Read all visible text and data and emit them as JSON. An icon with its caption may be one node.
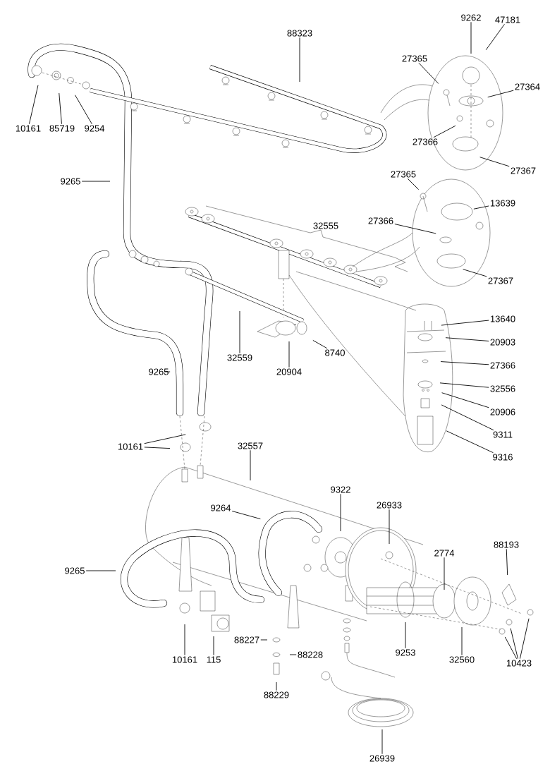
{
  "diagram": {
    "nodes": [
      {
        "text": [
          "9262"
        ]
      },
      {
        "text": [
          "47181"
        ]
      },
      {
        "text": [
          "88323"
        ]
      },
      {
        "text": [
          "27365"
        ]
      },
      {
        "text": [
          "27364"
        ]
      },
      {
        "text": [
          "10161"
        ]
      },
      {
        "text": [
          "85719"
        ]
      },
      {
        "text": [
          "9254"
        ]
      },
      {
        "text": [
          "27366"
        ]
      },
      {
        "text": [
          "27367"
        ]
      },
      {
        "text": [
          "27365"
        ]
      },
      {
        "text": [
          "9265"
        ]
      },
      {
        "text": [
          "13639"
        ]
      },
      {
        "text": [
          "27366"
        ]
      },
      {
        "text": [
          "27367"
        ]
      },
      {
        "text": [
          "13640"
        ]
      },
      {
        "text": [
          "8740"
        ]
      },
      {
        "text": [
          "32559"
        ]
      },
      {
        "text": [
          "20903"
        ]
      },
      {
        "text": [
          "9265"
        ]
      },
      {
        "text": [
          "20904"
        ]
      },
      {
        "text": [
          "27366"
        ]
      },
      {
        "text": [
          "32556"
        ]
      },
      {
        "text": [
          "20906"
        ]
      },
      {
        "text": [
          "9311"
        ]
      },
      {
        "text": [
          "9316"
        ]
      },
      {
        "text": [
          "10161"
        ]
      },
      {
        "text": [
          "32557"
        ]
      },
      {
        "text": [
          "9322"
        ]
      },
      {
        "text": [
          "26933"
        ]
      },
      {
        "text": [
          "9264"
        ]
      },
      {
        "text": [
          "2774"
        ]
      },
      {
        "text": [
          "88193"
        ]
      },
      {
        "text": [
          "9265"
        ]
      },
      {
        "text": [
          "9253"
        ]
      },
      {
        "text": [
          "10161"
        ]
      },
      {
        "text": [
          "115"
        ]
      },
      {
        "text": [
          "88227"
        ]
      },
      {
        "text": [
          "88228"
        ]
      },
      {
        "text": [
          "32560"
        ]
      },
      {
        "text": [
          "10423"
        ]
      },
      {
        "text": [
          "88229"
        ]
      },
      {
        "text": [
          "26939"
        ]
      }
    ],
    "edges": [
      {
        "from": 0,
        "to": null,
        "arrow": "none"
      },
      {
        "from": 1,
        "to": null,
        "arrow": "none"
      },
      {
        "from": 2,
        "to": null,
        "arrow": "none"
      },
      {
        "from": 3,
        "to": null,
        "arrow": "none"
      },
      {
        "from": 4,
        "to": null,
        "arrow": "none"
      },
      {
        "from": 5,
        "to": null,
        "arrow": "none"
      },
      {
        "from": 6,
        "to": null,
        "arrow": "none"
      },
      {
        "from": 7,
        "to": null,
        "arrow": "none"
      },
      {
        "from": 8,
        "to": null,
        "arrow": "none"
      },
      {
        "from": 9,
        "to": null,
        "arrow": "none"
      },
      {
        "from": 10,
        "to": null,
        "arrow": "none"
      },
      {
        "from": 11,
        "to": null,
        "arrow": "none"
      },
      {
        "from": 12,
        "to": null,
        "arrow": "none"
      },
      {
        "from": 13,
        "to": null,
        "arrow": "none"
      },
      {
        "from": 14,
        "to": null,
        "arrow": "none"
      },
      {
        "from": 15,
        "to": null,
        "arrow": "none"
      },
      {
        "from": 16,
        "to": null,
        "arrow": "none"
      },
      {
        "from": 17,
        "to": null,
        "arrow": "none"
      },
      {
        "from": 18,
        "to": null,
        "arrow": "none"
      },
      {
        "from": 19,
        "to": null,
        "arrow": "none"
      },
      {
        "from": 20,
        "to": null,
        "arrow": "none"
      },
      {
        "from": 21,
        "to": null,
        "arrow": "none"
      },
      {
        "from": 22,
        "to": null,
        "arrow": "none"
      },
      {
        "from": 23,
        "to": null,
        "arrow": "none"
      },
      {
        "from": 24,
        "to": null,
        "arrow": "none"
      },
      {
        "from": 25,
        "to": null,
        "arrow": "none"
      },
      {
        "from": 26,
        "to": null,
        "arrow": "none"
      },
      {
        "from": 26,
        "to": null,
        "arrow": "none"
      },
      {
        "from": 27,
        "to": null,
        "arrow": "none"
      },
      {
        "from": 28,
        "to": null,
        "arrow": "none"
      },
      {
        "from": 29,
        "to": null,
        "arrow": "none"
      },
      {
        "from": 30,
        "to": null,
        "arrow": "none"
      },
      {
        "from": 31,
        "to": null,
        "arrow": "none"
      },
      {
        "from": 32,
        "to": null,
        "arrow": "none"
      },
      {
        "from": 33,
        "to": null,
        "arrow": "none"
      },
      {
        "from": 34,
        "to": null,
        "arrow": "none"
      },
      {
        "from": 35,
        "to": null,
        "arrow": "none"
      },
      {
        "from": 36,
        "to": null,
        "arrow": "none"
      },
      {
        "from": 37,
        "to": null,
        "arrow": "none"
      },
      {
        "from": 38,
        "to": null,
        "arrow": "none"
      },
      {
        "from": 39,
        "to": null,
        "arrow": "none"
      },
      {
        "from": 40,
        "to": null,
        "arrow": "none"
      },
      {
        "from": 40,
        "to": null,
        "arrow": "none"
      },
      {
        "from": 40,
        "to": null,
        "arrow": "none"
      },
      {
        "from": 41,
        "to": null,
        "arrow": "none"
      },
      {
        "from": 42,
        "to": null,
        "arrow": "none"
      }
    ],
    "labels": [
      "32555"
    ]
  }
}
